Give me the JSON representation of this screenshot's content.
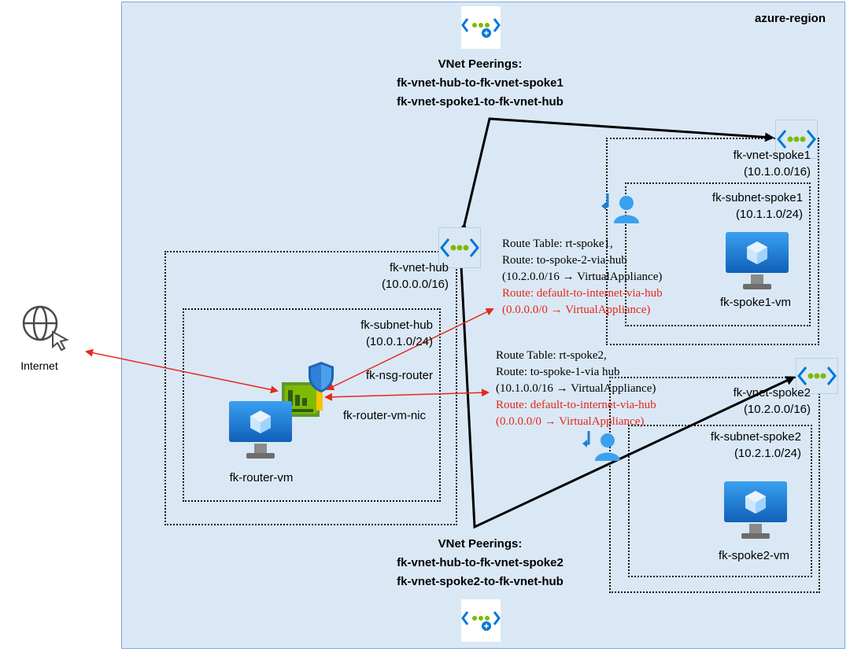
{
  "region": {
    "label": "azure-region"
  },
  "internet": {
    "label": "Internet"
  },
  "peerings_top": {
    "title": "VNet Peerings:",
    "line1": "fk-vnet-hub-to-fk-vnet-spoke1",
    "line2": "fk-vnet-spoke1-to-fk-vnet-hub"
  },
  "peerings_bottom": {
    "title": "VNet Peerings:",
    "line1": "fk-vnet-hub-to-fk-vnet-spoke2",
    "line2": "fk-vnet-spoke2-to-fk-vnet-hub"
  },
  "hub": {
    "vnet_name": "fk-vnet-hub",
    "vnet_cidr": "(10.0.0.0/16)",
    "subnet_name": "fk-subnet-hub",
    "subnet_cidr": "(10.0.1.0/24)",
    "nsg": "fk-nsg-router",
    "nic": "fk-router-vm-nic",
    "vm": "fk-router-vm"
  },
  "spoke1": {
    "vnet_name": "fk-vnet-spoke1",
    "vnet_cidr": "(10.1.0.0/16)",
    "subnet_name": "fk-subnet-spoke1",
    "subnet_cidr": "(10.1.1.0/24)",
    "vm": "fk-spoke1-vm"
  },
  "spoke2": {
    "vnet_name": "fk-vnet-spoke2",
    "vnet_cidr": "(10.2.0.0/16)",
    "subnet_name": "fk-subnet-spoke2",
    "subnet_cidr": "(10.2.1.0/24)",
    "vm": "fk-spoke2-vm"
  },
  "route_table_1": {
    "line1": "Route Table: rt-spoke1,",
    "line2": "Route: to-spoke-2-via-hub",
    "line3": "(10.2.0.0/16 → VirtualAppliance)",
    "line4": "Route: default-to-internet-via-hub",
    "line5": "(0.0.0.0/0 → VirtualAppliance)"
  },
  "route_table_2": {
    "line1": "Route Table: rt-spoke2,",
    "line2": "Route: to-spoke-1-via hub",
    "line3": "(10.1.0.0/16 → VirtualAppliance)",
    "line4": "Route: default-to-internet-via-hub",
    "line5": "(0.0.0.0/0 → VirtualAppliance)"
  },
  "icons": {
    "peering": "peering-icon",
    "vnet": "vnet-icon",
    "vm": "vm-icon",
    "nic": "nic-icon",
    "nsg": "nsg-shield-icon",
    "route_table": "route-table-icon",
    "internet": "globe-cursor-icon"
  },
  "colors": {
    "region_fill": "#dae8f5",
    "route_red": "#e8261c",
    "azure_blue": "#0078d4",
    "peering_green": "#7fba00"
  }
}
